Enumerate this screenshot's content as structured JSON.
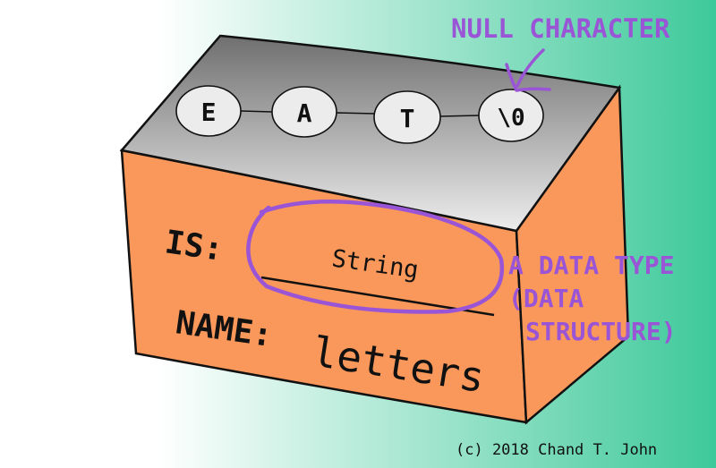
{
  "colors": {
    "background_gradient": [
      "#ffffff",
      "#3ec99a"
    ],
    "box_front": "#f9985a",
    "box_top": "#a9a9a9",
    "outline": "#111111",
    "annotation": "#9a55d6",
    "node_fill": "#ececec"
  },
  "annotations": {
    "null_character": "NULL CHARACTER",
    "data_type_line1": "A DATA TYPE",
    "data_type_line2": "(DATA",
    "data_type_line3": "STRUCTURE)"
  },
  "string_nodes": [
    "E",
    "A",
    "T",
    "\\0"
  ],
  "box_labels": {
    "is_label": "IS:",
    "type_value": "String",
    "name_label": "NAME:",
    "name_value": "letters"
  },
  "copyright": "(c) 2018 Chand T. John"
}
